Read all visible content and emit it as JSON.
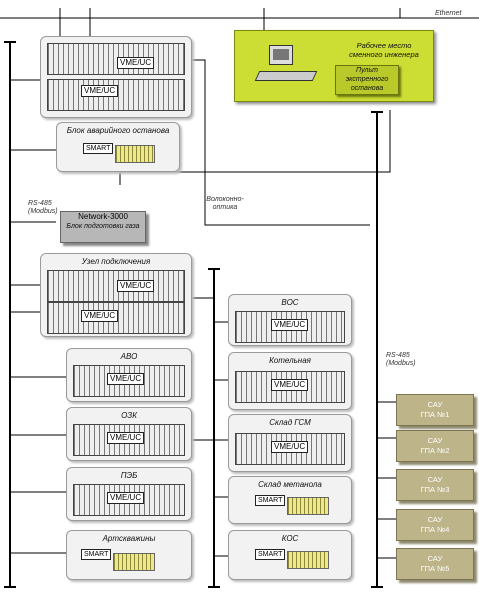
{
  "ethernet_label": "Ethernet",
  "engineer_station": {
    "workstation_label": "Рабочее место сменного инженера",
    "emergency_console": "Пульт экстренного останова"
  },
  "emergency_stop_block": {
    "title": "Блок аварийного останова",
    "smart_label": "SMART"
  },
  "top_rack_labels": [
    "VME/UC",
    "VME/UC"
  ],
  "network3000": {
    "device": "Network-3000",
    "caption": "Блок подготовки газа",
    "line_label": "RS-485 (Modbus)"
  },
  "fiber_label": "Волоконно-оптика",
  "left_panels": [
    {
      "title": "Узел подключения",
      "vme": [
        "VME/UC",
        "VME/UC"
      ]
    },
    {
      "title": "АВО",
      "vme": [
        "VME/UC"
      ]
    },
    {
      "title": "ОЗК",
      "vme": [
        "VME/UC"
      ]
    },
    {
      "title": "ПЭБ",
      "vme": [
        "VME/UC"
      ]
    },
    {
      "title": "Артскважины",
      "smart": "SMART"
    }
  ],
  "right_panels": [
    {
      "title": "ВОС",
      "vme": "VME/UC"
    },
    {
      "title": "Котельная",
      "vme": "VME/UC"
    },
    {
      "title": "Склад ГСМ",
      "vme": "VME/UC"
    },
    {
      "title": "Склад метанола",
      "smart": "SMART"
    },
    {
      "title": "КОС",
      "smart": "SMART"
    }
  ],
  "rs485_right_label": "RS-485 (Modbus)",
  "sau_units": [
    {
      "line1": "САУ",
      "line2": "ГПА №1"
    },
    {
      "line1": "САУ",
      "line2": "ГПА №2"
    },
    {
      "line1": "САУ",
      "line2": "ГПА №3"
    },
    {
      "line1": "САУ",
      "line2": "ГПА №4"
    },
    {
      "line1": "САУ",
      "line2": "ГПА №5"
    }
  ],
  "colors": {
    "workstation_bg": "#ccdd33",
    "sau_bg": "#bdb48a",
    "module": "#f0e68a"
  }
}
